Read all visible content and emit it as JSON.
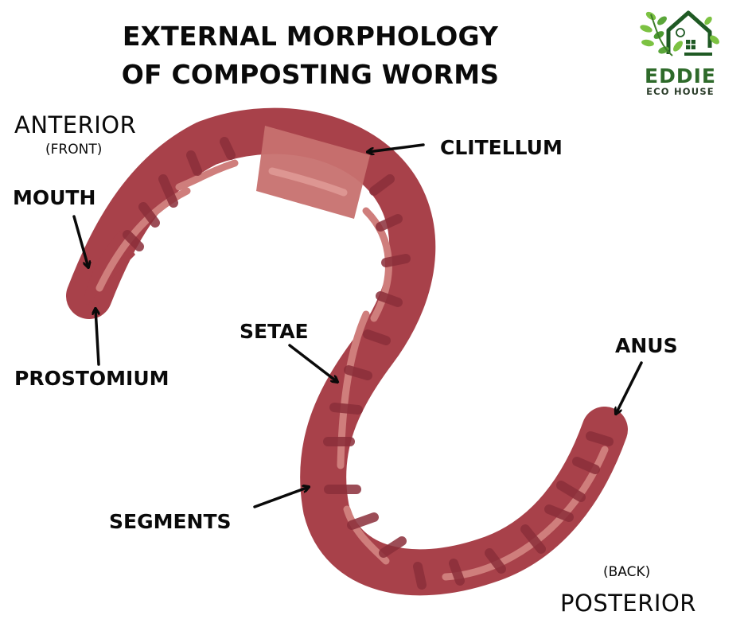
{
  "title": {
    "line1": "EXTERNAL MORPHOLOGY",
    "line2": "OF COMPOSTING WORMS"
  },
  "logo": {
    "name": "EDDIE",
    "subtitle": "ECO HOUSE",
    "icon": "house-with-leaves-icon",
    "colors": {
      "primary": "#2e6a2a",
      "leaf": "#7cc242"
    }
  },
  "orientation": {
    "anterior": "ANTERIOR",
    "anterior_note": "(FRONT)",
    "posterior": "POSTERIOR",
    "posterior_note": "(BACK)"
  },
  "parts": [
    {
      "id": "mouth",
      "label": "MOUTH"
    },
    {
      "id": "prostomium",
      "label": "PROSTOMIUM"
    },
    {
      "id": "clitellum",
      "label": "CLITELLUM"
    },
    {
      "id": "setae",
      "label": "SETAE"
    },
    {
      "id": "segments",
      "label": "SEGMENTS"
    },
    {
      "id": "anus",
      "label": "ANUS"
    }
  ],
  "colors": {
    "worm_body": "#a8414a",
    "worm_segment": "#8b2f3a",
    "worm_stripe": "#cf7e7c",
    "clitellum": "#c7716f",
    "arrow": "#0a0a0a"
  }
}
